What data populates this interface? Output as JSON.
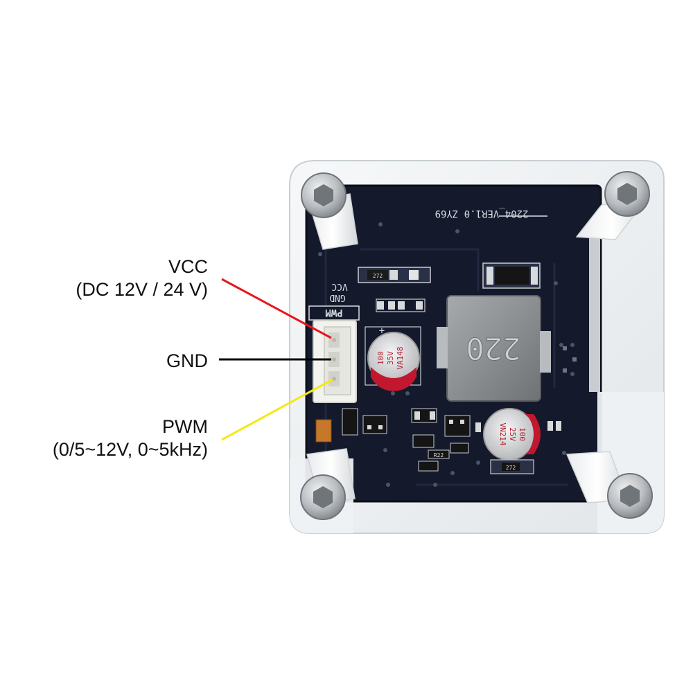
{
  "labels": {
    "vcc": {
      "name": "VCC",
      "detail": "(DC 12V / 24 V)",
      "wire_color": "#e8161b"
    },
    "gnd": {
      "name": "GND",
      "wire_color": "#000000"
    },
    "pwm": {
      "name": "PWM",
      "detail": "(0/5~12V, 0~5kHz)",
      "wire_color": "#f2ea12"
    }
  },
  "board": {
    "silkscreen_version": "2204_VER1.0  ZY69",
    "silk_vcc": "VCC",
    "silk_gnd": "GND",
    "silk_pwm": "PWM",
    "inductor_marking": "220",
    "cap_left": {
      "line1": "100",
      "line2": "35V",
      "line3": "VA148"
    },
    "cap_right": {
      "line1": "100",
      "line2": "25V",
      "line3": "VN214"
    },
    "resistor_top": "272",
    "resistor_bottom": "272",
    "resistor_small": "R22",
    "polarity_mark": "+"
  },
  "colors": {
    "pcb": "#141a2b",
    "acrylic": "#eef1f3",
    "capacitor_body": "#c8c9cb",
    "capacitor_band": "#c1172f",
    "inductor": "#8a8d90"
  }
}
